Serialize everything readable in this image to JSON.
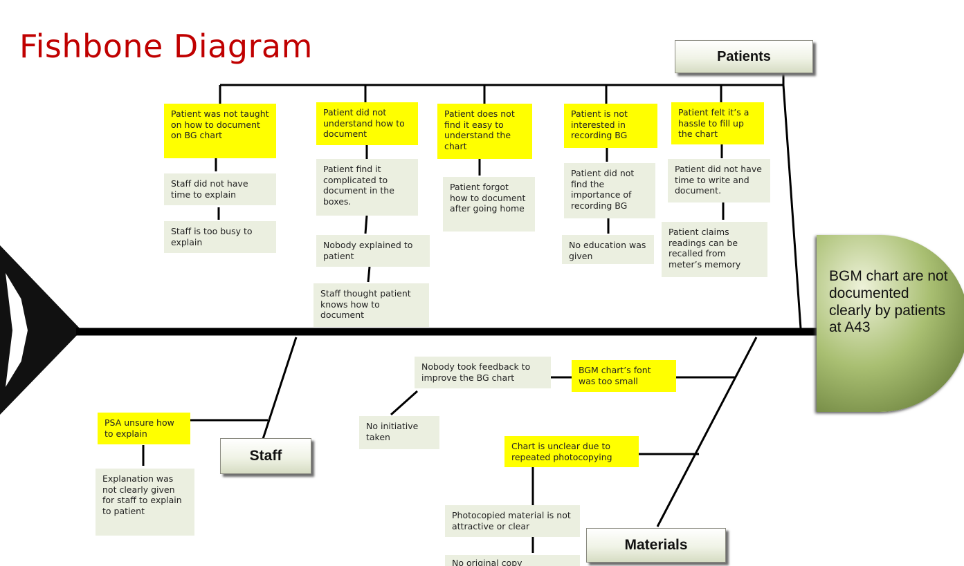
{
  "title": "Fishbone Diagram",
  "effect": "BGM chart are not documented clearly by patients at A43",
  "categories": {
    "patients": "Patients",
    "staff": "Staff",
    "materials": "Materials"
  },
  "patients_causes": [
    {
      "cause": "Patient was not taught on how to document on BG chart",
      "sub": [
        "Staff did not have time to explain",
        "Staff is too busy to explain"
      ]
    },
    {
      "cause": "Patient did not understand how to document",
      "sub": [
        "Patient find it complicated to document in the boxes.",
        "Nobody explained to patient",
        "Staff thought patient knows how to document"
      ]
    },
    {
      "cause": "Patient does not find it easy to understand the chart",
      "sub": [
        "Patient forgot how to document after going home"
      ]
    },
    {
      "cause": "Patient is not interested in recording BG",
      "sub": [
        "Patient did not find the importance of recording BG",
        "No education was given"
      ]
    },
    {
      "cause": "Patient felt it’s a hassle to fill up the chart",
      "sub": [
        "Patient did not have time to write and document.",
        "Patient claims readings can be recalled from meter’s memory"
      ]
    }
  ],
  "staff_causes": [
    {
      "cause": "PSA unsure how to explain",
      "sub": [
        "Explanation was not clearly given for staff to explain to patient"
      ]
    }
  ],
  "materials_causes": [
    {
      "cause": "BGM chart’s font was too small",
      "sub": [
        "Nobody took feedback to improve the BG chart",
        "No initiative taken"
      ]
    },
    {
      "cause": "Chart is unclear due to repeated photocopying",
      "sub": [
        "Photocopied material is not attractive or clear",
        "No original copy"
      ]
    }
  ]
}
